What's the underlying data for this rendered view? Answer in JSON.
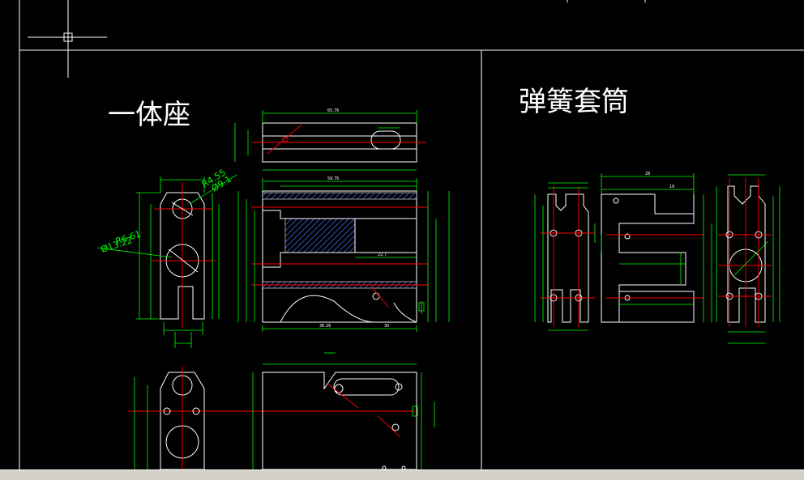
{
  "titles": {
    "left": "一体座",
    "right": "弹簧套筒"
  },
  "dims": {
    "top_overall": "65.76",
    "top_width": "59.76",
    "r_small": "R4.55",
    "d_small": "Ø9.1",
    "r_big": "R6.61",
    "d_big": "Ø13.22",
    "bottom_1": "36.26",
    "bottom_2": "30",
    "mid_1": "22.7",
    "spring_top": "28",
    "spring_sub": "16"
  },
  "colors": {
    "background": "#000000",
    "outline": "#ffffff",
    "dimension": "#00ff00",
    "centerline": "#ff0000",
    "hatch": "#4a6fff"
  }
}
